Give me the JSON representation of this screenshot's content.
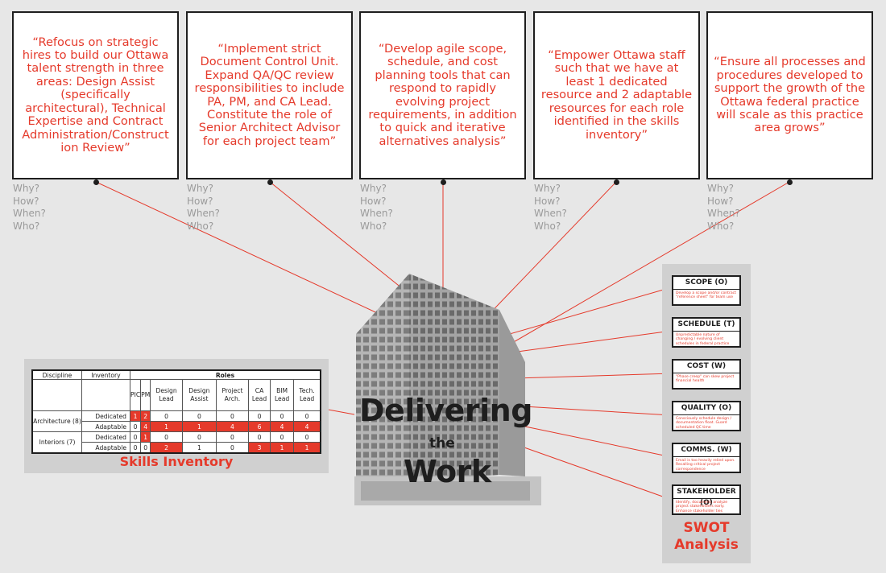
{
  "quotes": [
    {
      "text": "“Refocus on strategic hires to build our Ottawa talent strength in three areas: Design Assist (specifically architectural), Technical Expertise and Contract Administration/Construct ion Review”"
    },
    {
      "text": "“Implement strict Document Control Unit. Expand QA/QC review responsibilities to include PA, PM, and CA Lead. Constitute the role of Senior Architect Advisor for each project team”"
    },
    {
      "text": "“Develop agile scope, schedule, and cost planning tools that can respond to rapidly evolving project requirements, in addition to quick and iterative alternatives analysis”"
    },
    {
      "text": "“Empower Ottawa staff such that we have at least 1 dedicated resource and 2 adaptable resources for each role identified in the skills inventory”"
    },
    {
      "text": "“Ensure all processes and procedures developed to support the growth of the Ottawa federal practice will scale as this practice area grows”"
    }
  ],
  "questions": [
    "Why?",
    "How?",
    "When?",
    "Who?"
  ],
  "title": {
    "line1": "Delivering",
    "line2": "the",
    "line3": "Work"
  },
  "skills": {
    "title": "Skills Inventory",
    "header": {
      "discipline": "Discipline",
      "inventory": "Inventory",
      "roles": "Roles"
    },
    "roles": [
      "PIC",
      "PM",
      "Design Lead",
      "Design Assist",
      "Project Arch.",
      "CA Lead",
      "BIM Lead",
      "Tech. Lead"
    ],
    "disciplines": [
      {
        "name": "Architecture (8)",
        "rows": [
          {
            "inventory": "Dedicated",
            "values": [
              "1",
              "2",
              "0",
              "0",
              "0",
              "0",
              "0",
              "0"
            ]
          },
          {
            "inventory": "Adaptable",
            "values": [
              "0",
              "4",
              "1",
              "1",
              "4",
              "6",
              "4",
              "4"
            ]
          }
        ]
      },
      {
        "name": "Interiors (7)",
        "rows": [
          {
            "inventory": "Dedicated",
            "values": [
              "0",
              "1",
              "0",
              "0",
              "0",
              "0",
              "0",
              "0"
            ]
          },
          {
            "inventory": "Adaptable",
            "values": [
              "0",
              "0",
              "2",
              "1",
              "0",
              "3",
              "1",
              "1"
            ]
          }
        ]
      }
    ],
    "highlight": [
      [
        true,
        true,
        false,
        false,
        false,
        false,
        false,
        false
      ],
      [
        false,
        true,
        true,
        true,
        true,
        true,
        true,
        true
      ],
      [
        false,
        true,
        false,
        false,
        false,
        false,
        false,
        false
      ],
      [
        false,
        false,
        true,
        false,
        false,
        true,
        true,
        true
      ]
    ]
  },
  "swot": {
    "title_line1": "SWOT",
    "title_line2": "Analysis",
    "items": [
      {
        "label": "SCOPE (O)",
        "note": "Develop a scope and/or contract \"reference sheet\" for team use"
      },
      {
        "label": "SCHEDULE (T)",
        "note": "Unpredictable nature of changing / evolving client schedules in federal practice"
      },
      {
        "label": "COST (W)",
        "note": "\"Phase creep\" can skew project financial health"
      },
      {
        "label": "QUALITY (O)",
        "note": "Consciously schedule design / documentation float. Guard scheduled QC time"
      },
      {
        "label": "COMMS. (W)",
        "note": "Email is too heavily relied upon. Recalling critical project correspondence"
      },
      {
        "label": "STAKEHOLDER (O)",
        "note": "Identify, document, analyze project stakeholders early. Enhance stakeholder ties"
      }
    ]
  },
  "colors": {
    "accent": "#e53a2b",
    "dark": "#1e1e1e",
    "background": "#e7e7e7",
    "panel": "#d0d0d0"
  }
}
